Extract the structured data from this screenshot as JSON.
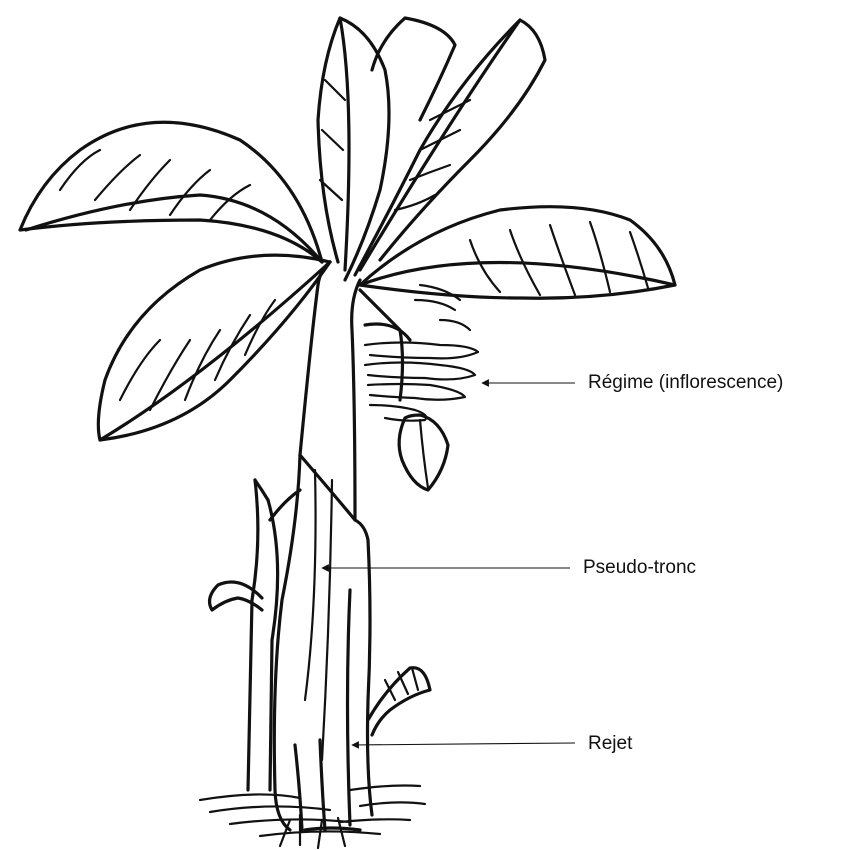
{
  "labels": {
    "regime": "Régime (inflorescence)",
    "pseudo_tronc": "Pseudo-tronc",
    "rejet": "Rejet"
  },
  "colors": {
    "ink": "#111111",
    "background": "#ffffff"
  }
}
